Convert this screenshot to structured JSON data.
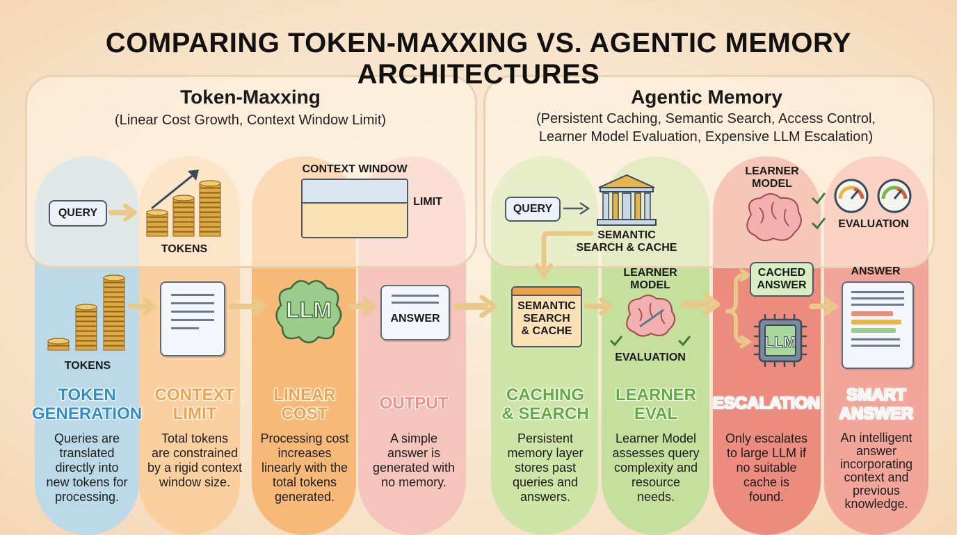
{
  "title": "COMPARING TOKEN-MAXXING VS. AGENTIC MEMORY ARCHITECTURES",
  "token_maxxing": {
    "title": "Token-Maxxing",
    "subtitle": "(Linear Cost Growth, Context Window Limit)",
    "labels": {
      "query": "QUERY",
      "tokens_top": "TOKENS",
      "context_window": "CONTEXT WINDOW",
      "limit": "LIMIT",
      "tokens_bottom": "TOKENS",
      "llm": "LLM",
      "answer": "ANSWER"
    },
    "columns": [
      {
        "title_1": "TOKEN",
        "title_2": "GENERATION",
        "desc": [
          "Queries are",
          "translated",
          "directly into",
          "new tokens for",
          "processing."
        ],
        "color": "#2f8fc8"
      },
      {
        "title_1": "CONTEXT",
        "title_2": "LIMIT",
        "desc": [
          "Total tokens",
          "are constrained",
          "by a rigid context",
          "window size."
        ],
        "color": "#f0a24a"
      },
      {
        "title_1": "LINEAR",
        "title_2": "COST",
        "desc": [
          "Processing cost",
          "increases",
          "linearly with the",
          "total tokens",
          "generated."
        ],
        "color": "#f0a24a"
      },
      {
        "title_1": "OUTPUT",
        "desc": [
          "A simple",
          "answer is",
          "generated with",
          "no memory."
        ],
        "color": "#ef8f86"
      }
    ]
  },
  "agentic_memory": {
    "title": "Agentic Memory",
    "subtitle_1": "(Persistent Caching, Semantic Search, Access Control,",
    "subtitle_2": "Learner Model Evaluation, Expensive LLM Escalation)",
    "labels": {
      "query": "QUERY",
      "semantic_top": "SEMANTIC\nSEARCH & CACHE",
      "learner_top": "LEARNER\nMODEL",
      "evaluation_top": "EVALUATION",
      "semantic_box": "SEMANTIC\nSEARCH\n& CACHE",
      "learner_mid": "LEARNER\nMODEL",
      "evaluation_mid": "EVALUATION",
      "cached_answer": "CACHED\nANSWER",
      "llm": "LLM",
      "answer": "ANSWER"
    },
    "columns": [
      {
        "title_1": "CACHING",
        "title_2": "& SEARCH",
        "desc": [
          "Persistent",
          "memory layer",
          "stores past",
          "queries and",
          "answers."
        ],
        "color": "#5fae3c"
      },
      {
        "title_1": "LEARNER",
        "title_2": "EVAL",
        "desc": [
          "Learner Model",
          "assesses query",
          "complexity and",
          "resource",
          "needs."
        ],
        "color": "#5fae3c"
      },
      {
        "title_1": "ESCALATION",
        "desc": [
          "Only escalates",
          "to large LLM if",
          "no suitable",
          "cache is",
          "found."
        ],
        "color": "#f4f4f4"
      },
      {
        "title_1": "SMART",
        "title_2": "ANSWER",
        "desc": [
          "An intelligent",
          "answer",
          "incorporating",
          "context and",
          "previous",
          "knowledge."
        ],
        "color": "#f4f4f4"
      }
    ]
  }
}
